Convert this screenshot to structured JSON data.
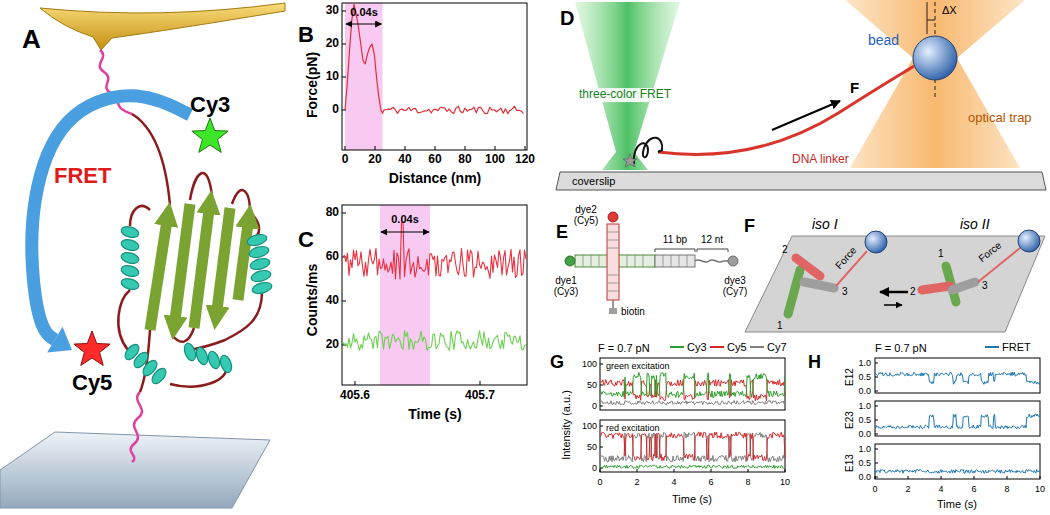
{
  "diagram": {
    "nodes": [
      {
        "text": [
          "Cy3"
        ]
      },
      {
        "text": [
          "Cy5"
        ]
      }
    ],
    "edges": [
      {
        "from": 0,
        "to": 1,
        "arrow": "to",
        "label": "FRET"
      }
    ],
    "labels": [
      "A",
      "B",
      "Force(pN)",
      "30",
      "20",
      "10",
      "0",
      "0",
      "20",
      "40",
      "60",
      "80",
      "100",
      "120",
      "Distance (nm)",
      "0.04s",
      "C",
      "Counts/ms",
      "80",
      "60",
      "40",
      "20",
      "405.6",
      "405.7",
      "Time (s)",
      "0.04s",
      "D",
      "ΔX",
      "bead",
      "optical trap",
      "F",
      "three-color FRET",
      "DNA linker",
      "coverslip",
      "E",
      "dye2 (Cy5)",
      "dye1 (Cy3)",
      "dye3 (Cy7)",
      "11 bp",
      "12 nt",
      "biotin",
      "F",
      "iso I",
      "iso II",
      "Force",
      "Force",
      "2",
      "1",
      "3",
      "1",
      "2",
      "3",
      "G",
      "F = 0.7 pN",
      "Intensity (a.u.)",
      "100",
      "50",
      "0",
      "green excitation",
      "100",
      "50",
      "0",
      "red excitation",
      "0",
      "2",
      "4",
      "6",
      "8",
      "10",
      "Time (s)",
      "H",
      "F = 0.7 pN",
      "E12",
      "1.0",
      "0.5",
      "0.0",
      "E23",
      "1.0",
      "0.5",
      "0.0",
      "E13",
      "1.0",
      "0.5",
      "0.0",
      "0",
      "2",
      "4",
      "6",
      "8",
      "10",
      "Time (s)"
    ],
    "legend": [
      {
        "text": "Cy3"
      },
      {
        "text": "Cy5"
      },
      {
        "text": "Cy7"
      },
      {
        "text": "FRET"
      }
    ]
  }
}
